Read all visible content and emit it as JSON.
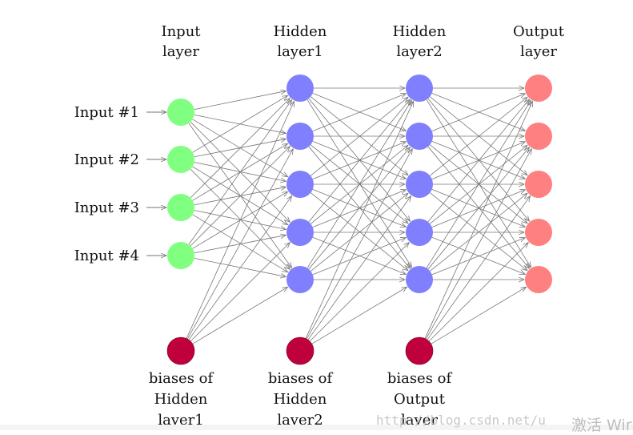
{
  "layers": [
    {
      "title": [
        "Input",
        "layer"
      ],
      "color": "#80ff80",
      "nodes": 4
    },
    {
      "title": [
        "Hidden",
        "layer1"
      ],
      "color": "#8080ff",
      "nodes": 5
    },
    {
      "title": [
        "Hidden",
        "layer2"
      ],
      "color": "#8080ff",
      "nodes": 5
    },
    {
      "title": [
        "Output",
        "layer"
      ],
      "color": "#ff8080",
      "nodes": 5
    }
  ],
  "inputs": [
    "Input #1",
    "Input #2",
    "Input #3",
    "Input #4"
  ],
  "biases": [
    {
      "label": [
        "biases of",
        "Hidden",
        "layer1"
      ],
      "color": "#c0003c"
    },
    {
      "label": [
        "biases of",
        "Hidden",
        "layer2"
      ],
      "color": "#c0003c"
    },
    {
      "label": [
        "biases of",
        "Output",
        "layer"
      ],
      "color": "#c0003c"
    }
  ],
  "edge_color": "#777777",
  "watermark": "http://blog.csdn.net/u",
  "watermark2": "激活 Wir"
}
